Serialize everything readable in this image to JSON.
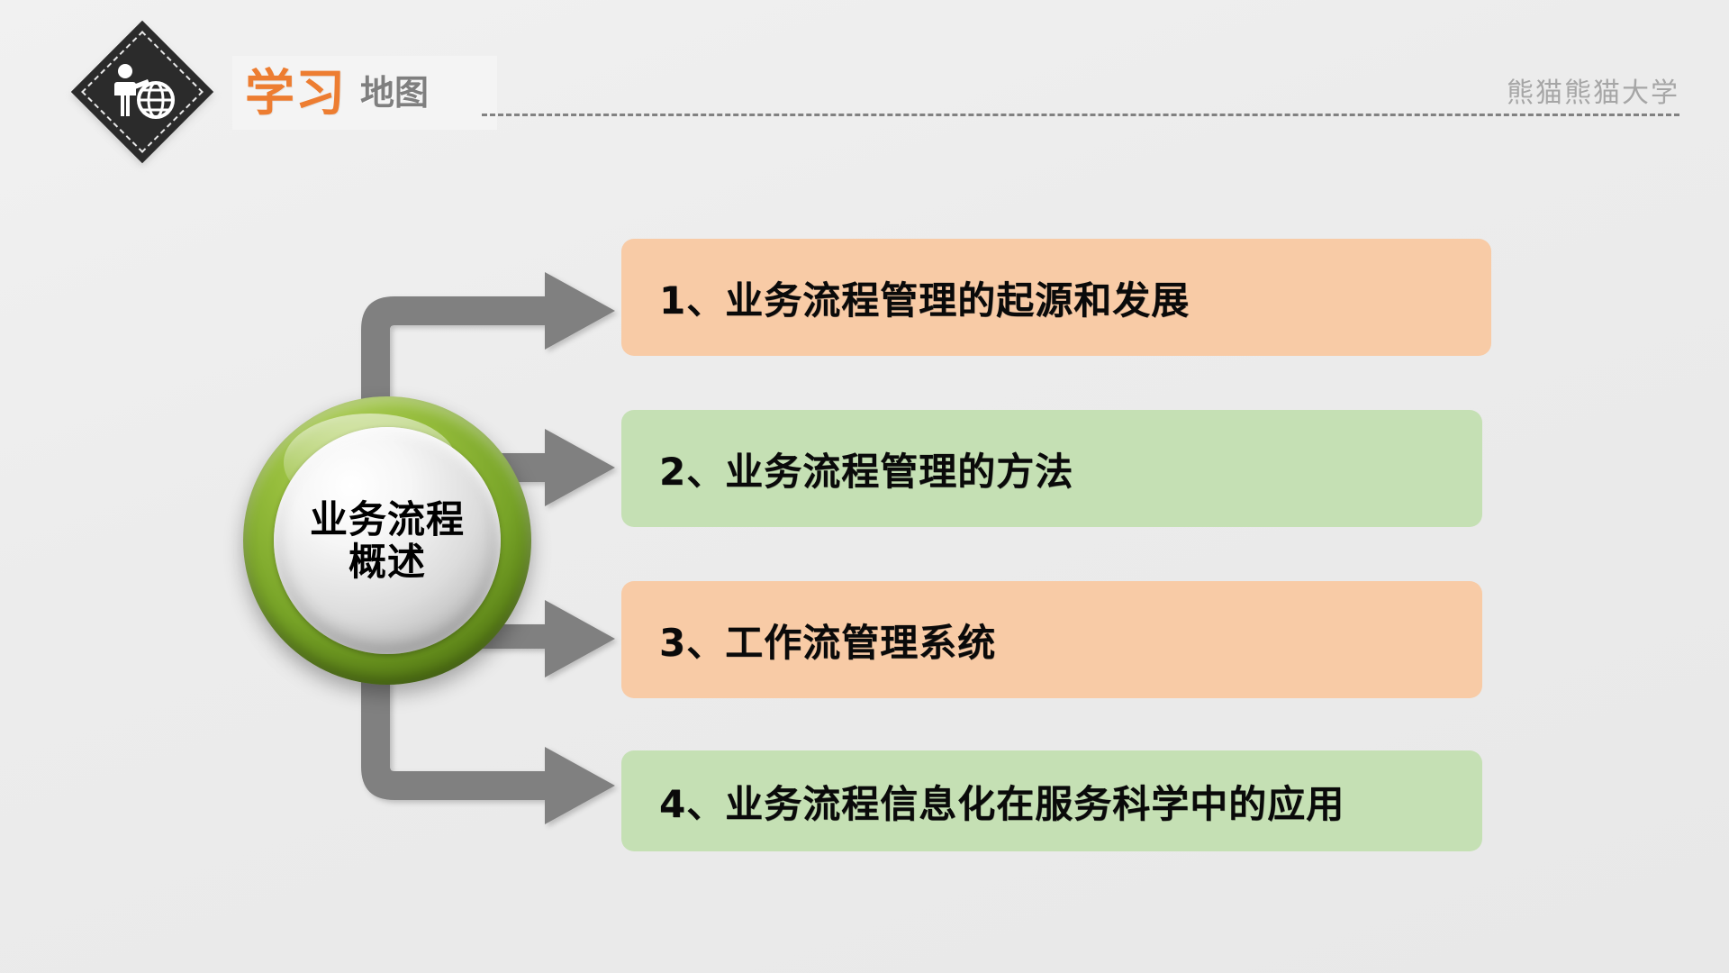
{
  "header": {
    "logo": {
      "icon": "presenter-globe-icon",
      "alt": "presenter pointing at globe"
    },
    "title_main": "学习",
    "title_sub": "地图",
    "org_name": "熊猫熊猫大学",
    "accent_color": "#ED7D31",
    "sub_color": "#7F7F7F",
    "org_color": "#A6A6A6",
    "rule_style": "dashed"
  },
  "hub": {
    "label_lines": [
      "业务流程",
      "概述"
    ],
    "ring_color": "#7CA12B",
    "core_color": "#E8E8E8",
    "text_color": "#000000"
  },
  "arrows": {
    "color": "#808080",
    "items": [
      {
        "name": "arrow-to-item-1",
        "shape": "elbow-up-right"
      },
      {
        "name": "arrow-to-item-2",
        "shape": "straight-right"
      },
      {
        "name": "arrow-to-item-3",
        "shape": "straight-right"
      },
      {
        "name": "arrow-to-item-4",
        "shape": "elbow-down-right"
      }
    ]
  },
  "items": [
    {
      "number": "1",
      "text": "1、业务流程管理的起源和发展",
      "color": "#F8CBA6",
      "theme": "peach"
    },
    {
      "number": "2",
      "text": "2、业务流程管理的方法",
      "color": "#C5E0B4",
      "theme": "green"
    },
    {
      "number": "3",
      "text": "3、工作流管理系统",
      "color": "#F8CBA6",
      "theme": "peach"
    },
    {
      "number": "4",
      "text": "4、业务流程信息化在服务科学中的应用",
      "color": "#C5E0B4",
      "theme": "green"
    }
  ],
  "canvas": {
    "background": "#ECECEC"
  }
}
